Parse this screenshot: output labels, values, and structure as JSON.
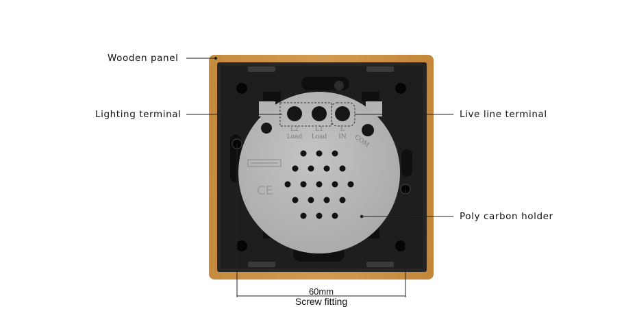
{
  "callouts": {
    "wooden_panel": "Wooden panel",
    "lighting_terminal": "Lighting terminal",
    "live_line_terminal": "Live line terminal",
    "poly_carbon_holder": "Poly carbon holder"
  },
  "dimension": {
    "value": "60mm",
    "caption": "Screw fitting"
  },
  "terminal_marks": {
    "l2": "L2",
    "l1": "L1",
    "l": "L",
    "load": "Load",
    "in": "IN",
    "com": "COM",
    "ce": "CE"
  },
  "colors": {
    "wood": "#c98b3d",
    "frame": "#232323",
    "holder": "#b8b8b8"
  }
}
